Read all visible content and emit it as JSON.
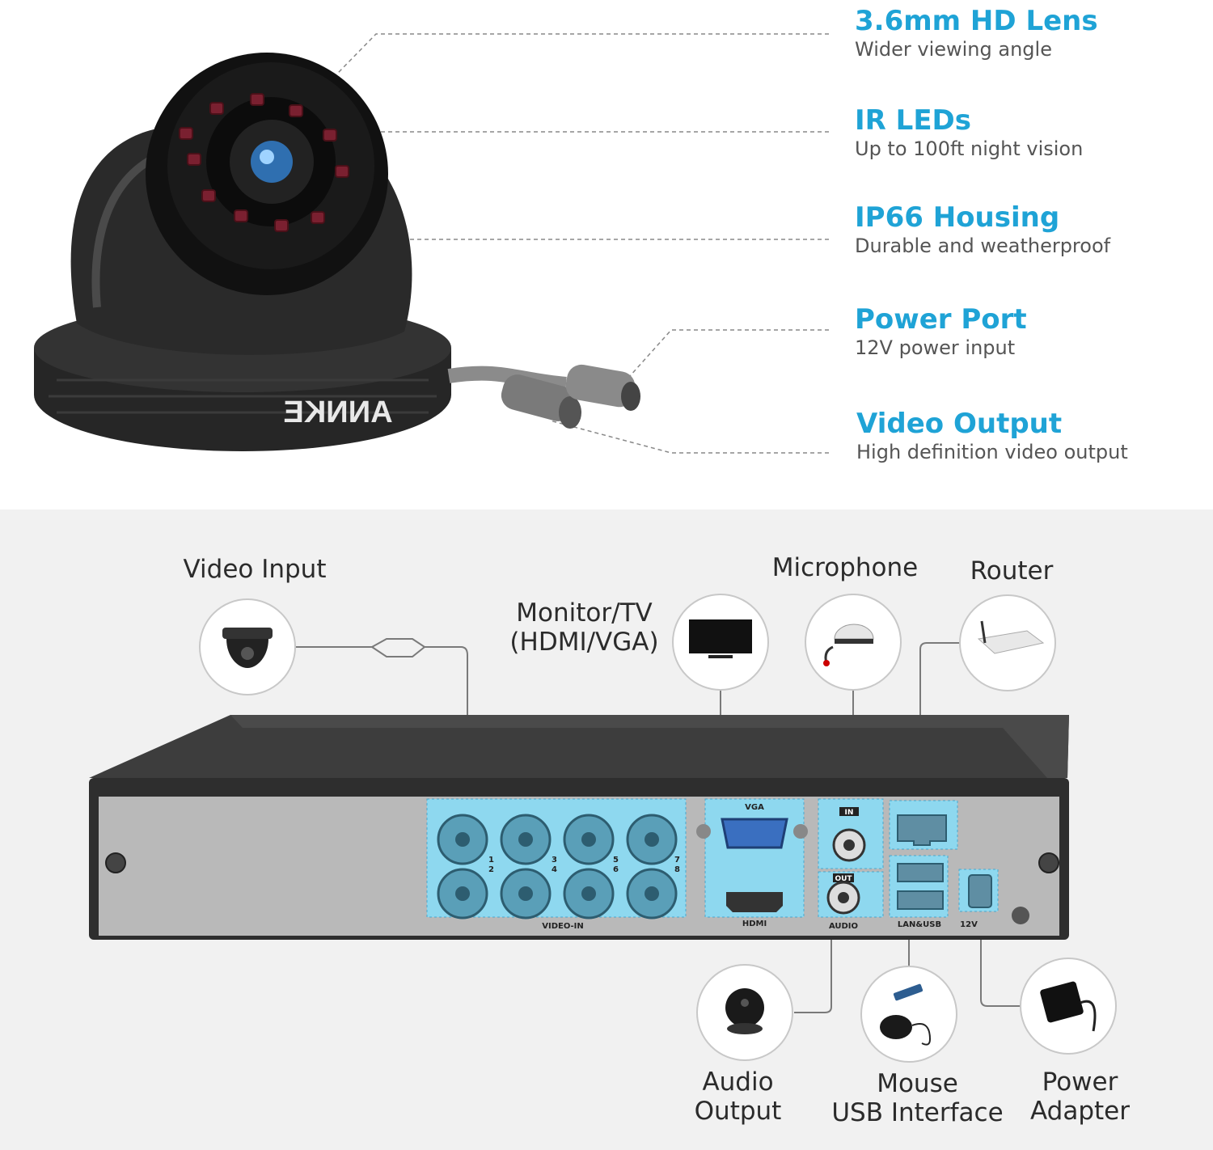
{
  "camera": {
    "brand": "ANNKE",
    "features": [
      {
        "title": "3.6mm HD Lens",
        "subtitle": "Wider viewing angle"
      },
      {
        "title": "IR LEDs",
        "subtitle": "Up to 100ft night vision"
      },
      {
        "title": "IP66 Housing",
        "subtitle": "Durable and weatherproof"
      },
      {
        "title": "Power Port",
        "subtitle": "12V power input"
      },
      {
        "title": "Video Output",
        "subtitle": "High definition video output"
      }
    ]
  },
  "dvr": {
    "connections": {
      "video_input": "Video Input",
      "monitor": {
        "line1": "Monitor/TV",
        "line2": "(HDMI/VGA)"
      },
      "microphone": "Microphone",
      "router": "Router",
      "audio_output": {
        "line1": "Audio",
        "line2": "Output"
      },
      "mouse": {
        "line1": "Mouse",
        "line2": "USB Interface"
      },
      "power_adapter": {
        "line1": "Power",
        "line2": "Adapter"
      }
    },
    "panel_labels": {
      "vga": "VGA",
      "hdmi": "HDMI",
      "video_in": "VIDEO-IN",
      "audio": "AUDIO",
      "audio_in": "IN",
      "audio_out": "OUT",
      "lan_usb": "LAN&USB",
      "power": "12V",
      "channels": [
        "1",
        "2",
        "3",
        "4",
        "5",
        "6",
        "7",
        "8"
      ]
    }
  },
  "colors": {
    "accent": "#1fa3d6",
    "port_highlight": "#8ed8ef",
    "dvr_body": "#3a3a3a",
    "panel": "#b8b8b8"
  }
}
